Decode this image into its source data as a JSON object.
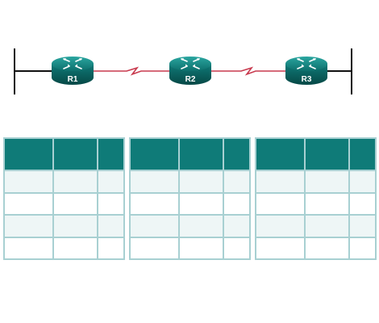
{
  "topology": {
    "routers": [
      {
        "id": "r1",
        "label": "R1"
      },
      {
        "id": "r2",
        "label": "R2"
      },
      {
        "id": "r3",
        "label": "R3"
      }
    ],
    "colors": {
      "serial_link": "#c83a4e",
      "ethernet": "#111111",
      "router": "#0f7b78",
      "table_header": "#0f7b78",
      "table_border": "#a8d0d2",
      "table_row_alt": "#eef6f6"
    }
  },
  "tables": [
    {
      "name": "table-1",
      "headers": [
        "",
        "",
        ""
      ],
      "rows": [
        [
          "",
          "",
          ""
        ],
        [
          "",
          "",
          ""
        ],
        [
          "",
          "",
          ""
        ],
        [
          "",
          "",
          ""
        ]
      ]
    },
    {
      "name": "table-2",
      "headers": [
        "",
        "",
        ""
      ],
      "rows": [
        [
          "",
          "",
          ""
        ],
        [
          "",
          "",
          ""
        ],
        [
          "",
          "",
          ""
        ],
        [
          "",
          "",
          ""
        ]
      ]
    },
    {
      "name": "table-3",
      "headers": [
        "",
        "",
        ""
      ],
      "rows": [
        [
          "",
          "",
          ""
        ],
        [
          "",
          "",
          ""
        ],
        [
          "",
          "",
          ""
        ],
        [
          "",
          "",
          ""
        ]
      ]
    }
  ]
}
